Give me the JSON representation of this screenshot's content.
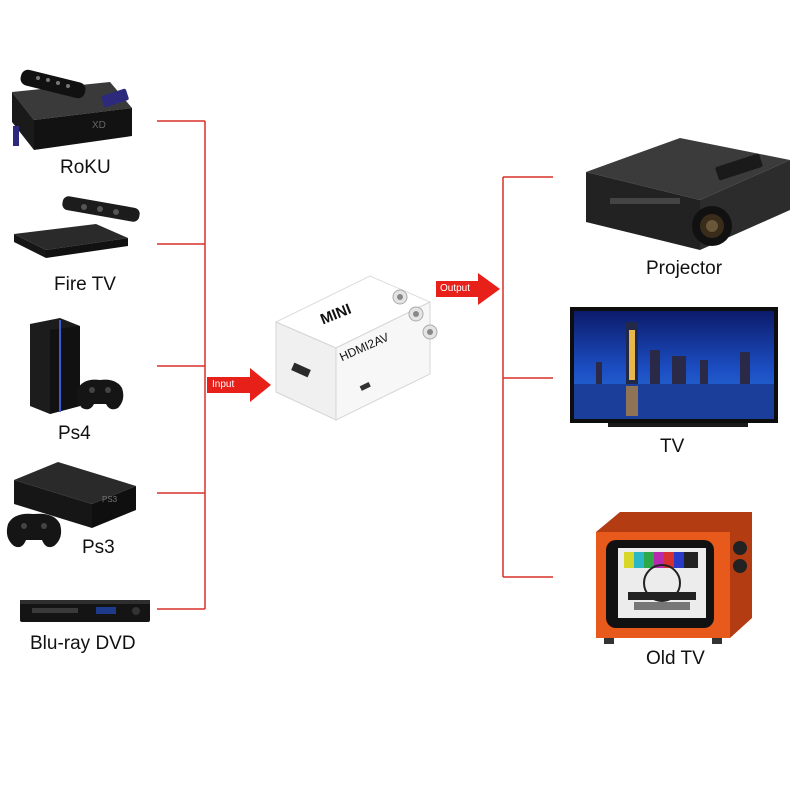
{
  "colors": {
    "line": "#d8302a",
    "arrow": "#e8201a",
    "device_dark": "#1e1e1e",
    "adapter_white": "#f4f4f4",
    "old_tv_orange": "#e85a1c"
  },
  "inputs": [
    {
      "label": "RoKU",
      "icon": "roku-icon"
    },
    {
      "label": "Fire TV",
      "icon": "fire-tv-icon"
    },
    {
      "label": "Ps4",
      "icon": "ps4-icon"
    },
    {
      "label": "Ps3",
      "icon": "ps3-icon"
    },
    {
      "label": "Blu-ray DVD",
      "icon": "bluray-dvd-icon"
    }
  ],
  "outputs": [
    {
      "label": "Projector",
      "icon": "projector-icon"
    },
    {
      "label": "TV",
      "icon": "flat-tv-icon"
    },
    {
      "label": "Old TV",
      "icon": "old-tv-icon"
    }
  ],
  "arrows": {
    "input": "Input",
    "output": "Output"
  },
  "adapter": {
    "brand": "MINI",
    "model": "HDMI2AV"
  }
}
